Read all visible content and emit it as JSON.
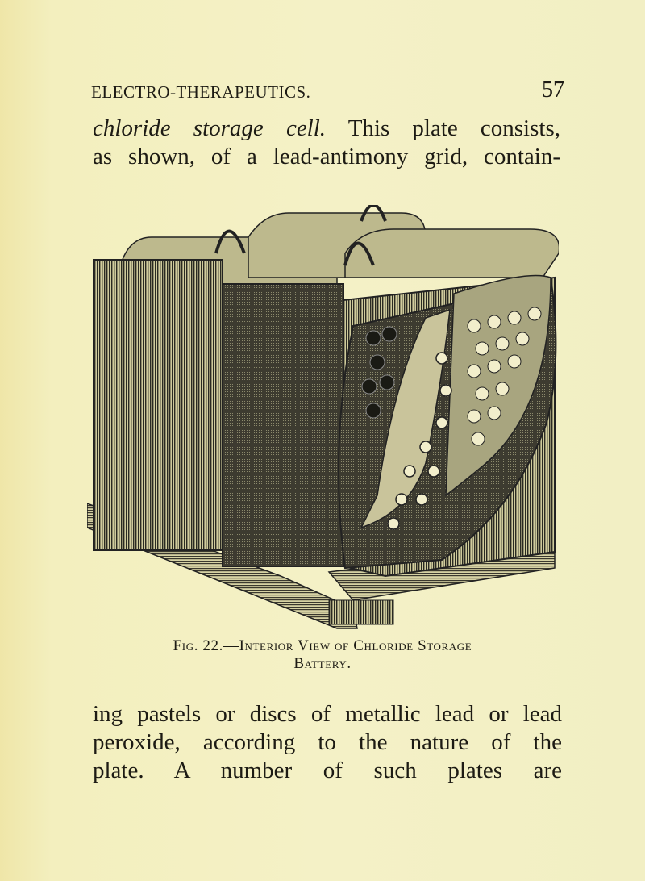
{
  "page": {
    "running_head": "ELECTRO-THERAPEUTICS.",
    "page_number": "57",
    "background_color": "#f3f0c4",
    "text_color": "#1d1b14"
  },
  "paragraph_top": {
    "italic_lead": "chloride storage cell.",
    "line1_rest": " This plate consists,",
    "line2": "as shown, of a lead-antimony grid, contain-"
  },
  "figure": {
    "description": "Engraving of a chloride storage battery with a cut-away section showing grid plates with pastels/discs",
    "icon": "battery-illustration",
    "caption_line1": "Fig. 22.—Interior View of Chloride Storage",
    "caption_line2": "Battery."
  },
  "paragraph_bottom": {
    "line1": "ing pastels or discs of metallic lead or lead",
    "line2": "peroxide, according to the nature of the",
    "line3": "plate. A number of such plates are"
  }
}
